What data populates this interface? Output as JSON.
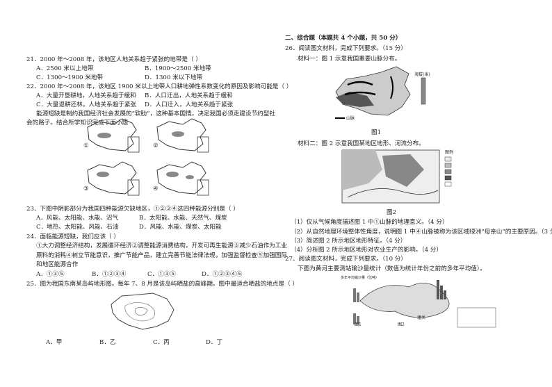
{
  "left": {
    "q21": {
      "stem": "21．2000 年～2008 年，该地区人地关系趋于紧张的地带是（    ）",
      "A": "A．2500 米以上地带",
      "B": "B．1900～2500 米地带",
      "C": "C．1300～1900 米地带",
      "D": "D．1300 米以下地带"
    },
    "q22": {
      "stem": "22．2000 年～2008 年，该地区 1900 米以上地带人口耕地弹性系数变化的原因及影响可能是（    ）",
      "A": "A．大量开垦耕地，人地关系趋于缓和",
      "B": "B．人口迁出，人地关系趋于缓和",
      "C": "C．大量退耕还林，人地关系趋于紧张",
      "D": "D．人口迁入，人地关系趋于紧张"
    },
    "intro": [
      "能源短缺是制约我国经济社会发展的“软肋”，这种基本国情，决定我国必须走建设节约型社",
      "会的路子。结合所学知识完成下面小题"
    ],
    "map_labels": [
      "①",
      "②",
      "③",
      "④"
    ],
    "q23": {
      "stem": "23．下图中阴影部分为我国四种能源欠缺地区，①②③④这四种能源分别是（    ）",
      "A": "A．风能、太阳能、水能、沼气",
      "B": "B．太阳能、水能、天然气、煤炭",
      "C": "C．地热、太阳能、风能、石油",
      "D": "D．风能、水能、煤炭、太阳能"
    },
    "q24": {
      "stem": "24．面临能源短缺，我们应该（    ）",
      "body": [
        "①大力调整经济结构，发展循环经济②调整能源消费结构，开发可再生能源③减少石油作为工业",
        "原料的消耗④树立节能意识，推广节能产品，建立完善节能法律法规，加强监督检查⑤加强国际",
        "和地区能源合作"
      ],
      "A": "A．①③⑤",
      "B": "B．①②③④",
      "C": "C．①③⑤",
      "D": "D．①②③④⑤"
    },
    "q25": {
      "stem": "25．图为我国东南某岛屿地形图。每年 7、8 月是该岛屿晒盐的高峰期。图中最适合晒盐的地点是（    ）",
      "A": "A．甲",
      "B": "B．乙",
      "C": "C．丙",
      "D": "D．丁"
    }
  },
  "right": {
    "section": "二、综合题（本题共 4 个小题，共 50 分）",
    "q26": {
      "stem": "26．阅读图文材料，完成下列要求。（15 分）",
      "m1": "材料一：图 1 示意我国重要山脉分布。",
      "fig1_legend": "海拔(米)",
      "fig1_mountain": "山脉",
      "fig1_cap": "图1",
      "m2": "材料二：图 2 示意我国某地区地形、河流分布。",
      "fig2_cap": "图2",
      "fig2_legend_title": "图例",
      "subs": [
        "（1）仅从气候角度描述图 1 中①山脉的地理意义。（4 分）",
        "（2）从自然地理环境整体性角度，说明图 1 中④山脉被称为该区域绿洲“母亲山”的主要原因。（3 分）",
        "（3）简述图 2 所示地区地形特征。（4 分）",
        "（4）分析图 2 所示地区地形对农业生产的影响。（4 分）"
      ]
    },
    "q27": {
      "stem": "27．阅读图文材料，完成下列要求。（10 分）",
      "text": "下图为黄河主要测站输沙量统计（数值为统计年份之前的多年平均值）。",
      "chart_title": "多年平均输沙量（亿吨）",
      "fig_cap1": "图1",
      "fig_cap2": "图2",
      "station": "潼关"
    }
  }
}
